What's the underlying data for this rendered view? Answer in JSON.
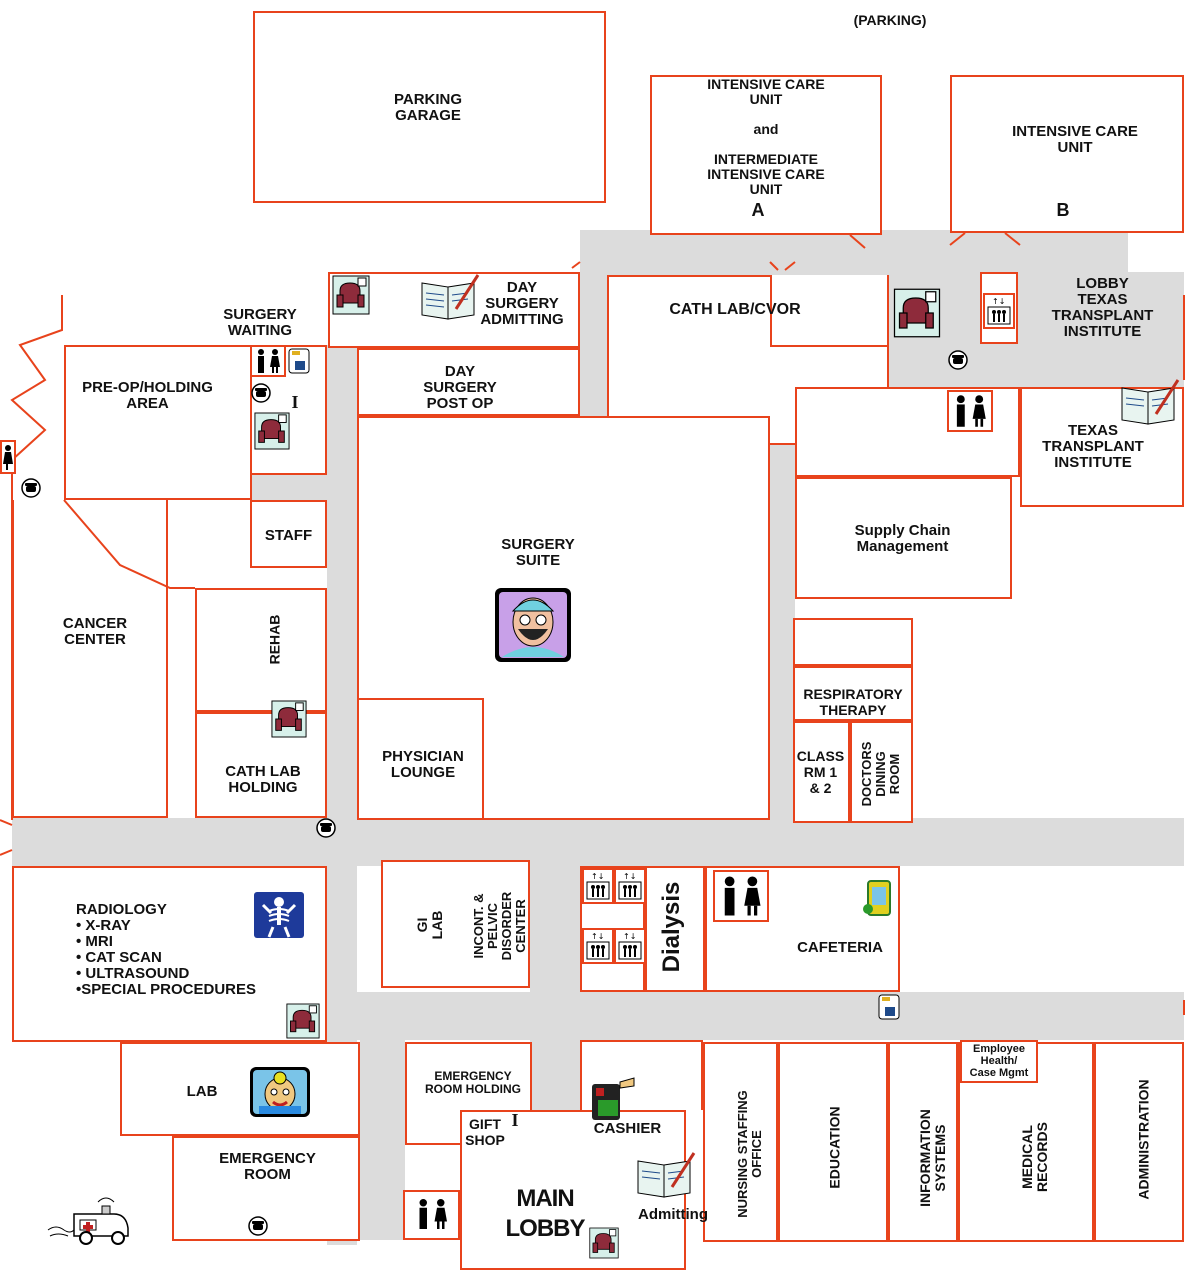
{
  "parking": {
    "top": "(PARKING)"
  },
  "rooms": {
    "parking_garage": "PARKING\nGARAGE",
    "icu_a": "INTENSIVE CARE\nUNIT\n\nand\n\nINTERMEDIATE\nINTENSIVE CARE\nUNIT",
    "icu_a_letter": "A",
    "icu_b": "INTENSIVE CARE\nUNIT",
    "icu_b_letter": "B",
    "day_surgery_admitting": "DAY\nSURGERY\nADMITTING",
    "surgery_waiting": "SURGERY\nWAITING",
    "cath_lab_cvor": "CATH LAB/CVOR",
    "lobby_texas": "LOBBY\nTEXAS\nTRANSPLANT\nINSTITUTE",
    "pre_op": "PRE-OP/HOLDING\nAREA",
    "day_surgery_post_op": "DAY\nSURGERY\nPOST OP",
    "info_i": "I",
    "texas_transplant": "TEXAS\nTRANSPLANT\nINSTITUTE",
    "staff": "STAFF",
    "surgery_suite": "SURGERY\nSUITE",
    "supply_chain": "Supply Chain\nManagement",
    "cancer_center": "CANCER\nCENTER",
    "rehab": "REHAB",
    "respiratory": "RESPIRATORY\nTHERAPY",
    "physician_lounge": "PHYSICIAN\nLOUNGE",
    "cath_lab_holding": "CATH LAB\nHOLDING",
    "class_rm": "CLASS\nRM 1\n& 2",
    "doctors_dining": "DOCTORS\nDINING\nROOM",
    "radiology": "RADIOLOGY\n• X-RAY\n• MRI\n• CAT SCAN\n• ULTRASOUND\n•SPECIAL PROCEDURES",
    "gi_lab": "GI\nLAB",
    "incont": "INCONT. &\nPELVIC\nDISORDER\nCENTER",
    "dialysis": "Dialysis",
    "cafeteria": "CAFETERIA",
    "lab": "LAB",
    "er_holding": "EMERGENCY\nROOM HOLDING",
    "employee_health": "Employee\nHealth/\nCase Mgmt",
    "gift_shop": "GIFT\nSHOP",
    "gift_i": "I",
    "cashier": "CASHIER",
    "nursing_staffing": "NURSING STAFFING\nOFFICE",
    "education": "EDUCATION",
    "info_systems": "INFORMATION\nSYSTEMS",
    "medical_records": "MEDICAL\nRECORDS",
    "administration": "ADMINISTRATION",
    "emergency_room": "EMERGENCY\nROOM",
    "main_lobby": "MAIN\nLOBBY",
    "admitting": "Admitting"
  },
  "icons": [
    "chair-icon",
    "book-pen-icon",
    "phone-icon",
    "restroom-icon",
    "elevator-icon",
    "water-fountain-icon",
    "surgeon-icon",
    "xray-icon",
    "doctor-icon",
    "ambulance-icon",
    "cashier-icon",
    "vending-icon"
  ],
  "colors": {
    "wall": "#e8431c",
    "corridor": "#dcdcdc"
  }
}
